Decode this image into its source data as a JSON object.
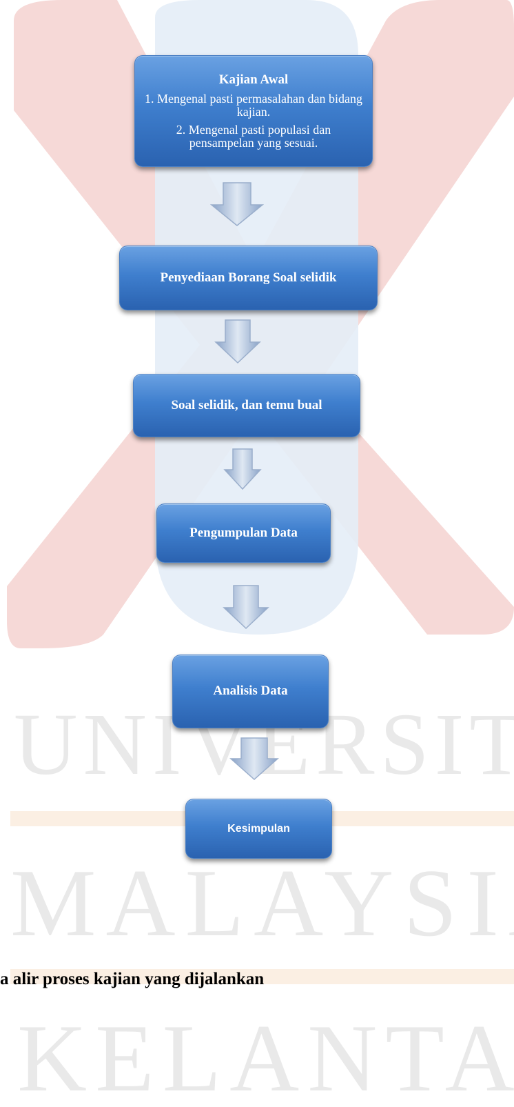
{
  "flowchart": {
    "steps": [
      {
        "title": "Kajian Awal",
        "points": [
          "1. Mengenal pasti permasalahan dan bidang kajian.",
          "2. Mengenal pasti populasi dan pensampelan yang sesuai."
        ]
      },
      {
        "title": "Penyediaan Borang Soal selidik"
      },
      {
        "title": "Soal selidik, dan temu bual"
      },
      {
        "title": "Pengumpulan Data"
      },
      {
        "title": "Analisis Data"
      },
      {
        "title": "Kesimpulan"
      }
    ],
    "arrow_icon": "down-arrow-icon",
    "box_color": "#3f7fce"
  },
  "caption": "a alir proses kajian yang dijalankan",
  "watermark": {
    "words": [
      "UNIVERSITI",
      "MALAYSIA",
      "KELANTAN"
    ],
    "colors": {
      "red": "#f6d9d7",
      "blue": "#e4edf7",
      "orange": "#fbefe3"
    }
  }
}
